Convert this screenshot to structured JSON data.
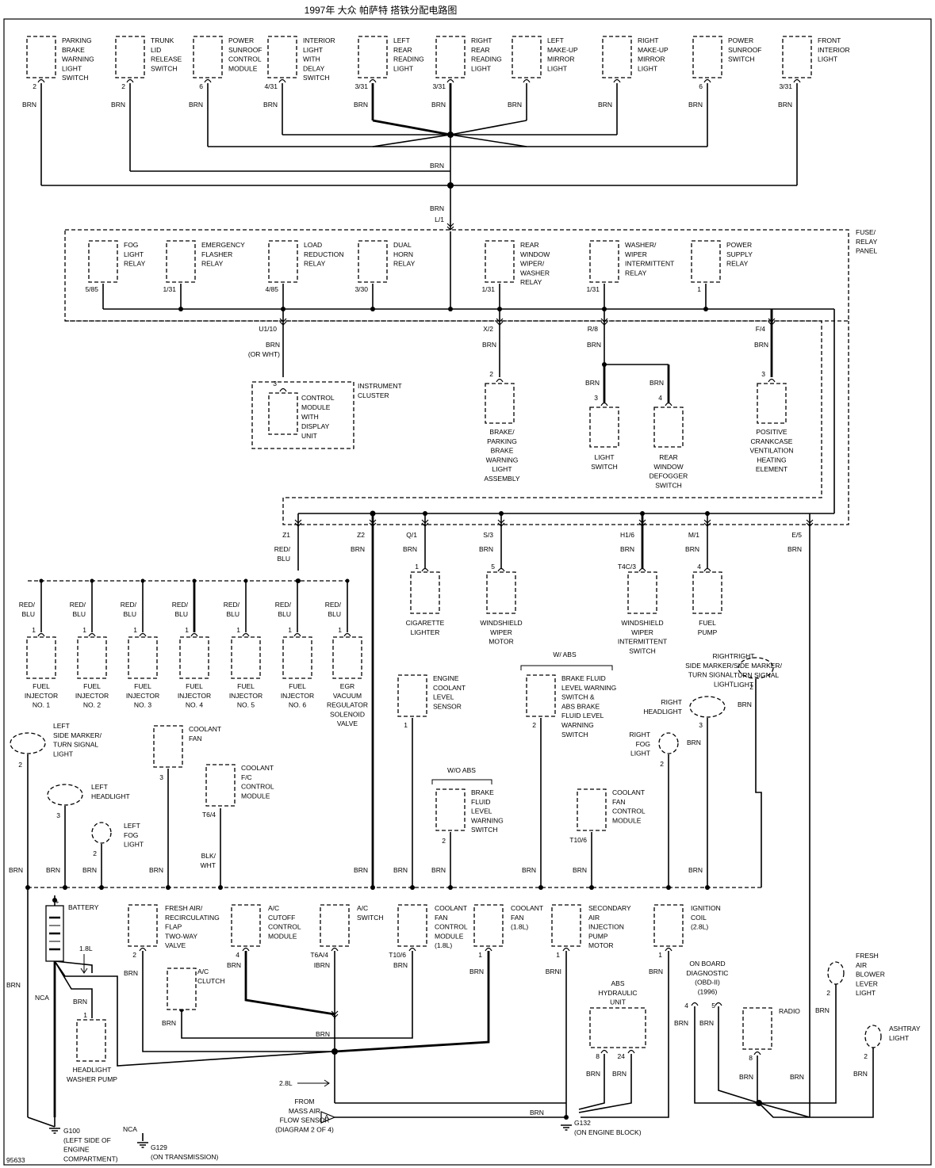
{
  "title": "1997年 大众 帕萨特 搭铁分配电路图",
  "figure_number": "95633",
  "wire_color": "BRN",
  "top_components": [
    {
      "label": [
        "PARKING",
        "BRAKE",
        "WARNING",
        "LIGHT",
        "SWITCH"
      ],
      "pin": "2",
      "wire": "BRN"
    },
    {
      "label": [
        "TRUNK",
        "LID",
        "RELEASE",
        "SWITCH"
      ],
      "pin": "2",
      "wire": "BRN"
    },
    {
      "label": [
        "POWER",
        "SUNROOF",
        "CONTROL",
        "MODULE"
      ],
      "pin": "6",
      "wire": "BRN"
    },
    {
      "label": [
        "INTERIOR",
        "LIGHT",
        "WITH",
        "DELAY",
        "SWITCH"
      ],
      "pin": "4/31",
      "wire": "BRN"
    },
    {
      "label": [
        "LEFT",
        "REAR",
        "READING",
        "LIGHT"
      ],
      "pin": "3/31",
      "wire": "BRN"
    },
    {
      "label": [
        "RIGHT",
        "REAR",
        "READING",
        "LIGHT"
      ],
      "pin": "3/31",
      "wire": "BRN"
    },
    {
      "label": [
        "LEFT",
        "MAKE-UP",
        "MIRROR",
        "LIGHT"
      ],
      "pin": "",
      "wire": "BRN"
    },
    {
      "label": [
        "RIGHT",
        "MAKE-UP",
        "MIRROR",
        "LIGHT"
      ],
      "pin": "",
      "wire": "BRN"
    },
    {
      "label": [
        "POWER",
        "SUNROOF",
        "SWITCH"
      ],
      "pin": "6",
      "wire": "BRN"
    },
    {
      "label": [
        "FRONT",
        "INTERIOR",
        "LIGHT"
      ],
      "pin": "3/31",
      "wire": "BRN"
    }
  ],
  "mid_wire": {
    "upper": "BRN",
    "lower": "BRN",
    "connector": "L/1"
  },
  "fuse_panel_label": [
    "FUSE/",
    "RELAY",
    "PANEL"
  ],
  "relays": [
    {
      "label": [
        "FOG",
        "LIGHT",
        "RELAY"
      ],
      "pin": "5/85"
    },
    {
      "label": [
        "EMERGENCY",
        "FLASHER",
        "RELAY"
      ],
      "pin": "1/31"
    },
    {
      "label": [
        "LOAD",
        "REDUCTION",
        "RELAY"
      ],
      "pin": "4/85"
    },
    {
      "label": [
        "DUAL",
        "HORN",
        "RELAY"
      ],
      "pin": "3/30"
    },
    {
      "label": [
        "REAR",
        "WINDOW",
        "WIPER/",
        "WASHER",
        "RELAY"
      ],
      "pin": "1/31"
    },
    {
      "label": [
        "WASHER/",
        "WIPER",
        "INTERMITTENT",
        "RELAY"
      ],
      "pin": "1/31"
    },
    {
      "label": [
        "POWER",
        "SUPPLY",
        "RELAY"
      ],
      "pin": "1"
    }
  ],
  "panel_outputs": [
    {
      "connector": "U1/10",
      "wire": [
        "BRN",
        "(OR WHT)"
      ]
    },
    {
      "connector": "X/2",
      "wire": [
        "BRN"
      ]
    },
    {
      "connector": "R/8",
      "wire": [
        "BRN"
      ]
    },
    {
      "connector": "F/4",
      "wire": [
        "BRN"
      ]
    }
  ],
  "level2_components": [
    {
      "label": [
        "CONTROL",
        "MODULE",
        "WITH",
        "DISPLAY",
        "UNIT"
      ],
      "pin": "3"
    },
    {
      "label": [
        "BRAKE/",
        "PARKING",
        "BRAKE",
        "WARNING",
        "LIGHT",
        "ASSEMBLY"
      ],
      "pin": "2"
    },
    {
      "label": [
        "LIGHT",
        "SWITCH"
      ],
      "pin": "3",
      "wire": "BRN"
    },
    {
      "label": [
        "REAR",
        "WINDOW",
        "DEFOGGER",
        "SWITCH"
      ],
      "pin": "4",
      "wire": "BRN"
    },
    {
      "label": [
        "POSITIVE",
        "CRANKCASE",
        "VENTILATION",
        "HEATING",
        "ELEMENT"
      ],
      "pin": "3"
    }
  ],
  "instrument_cluster_label": [
    "INSTRUMENT",
    "CLUSTER"
  ],
  "lower_panel_outputs": [
    {
      "connector": "Z1",
      "wire": [
        "RED/",
        "BLU"
      ]
    },
    {
      "connector": "Z2",
      "wire": [
        "BRN"
      ]
    },
    {
      "connector": "Q/1",
      "wire": [
        "BRN"
      ]
    },
    {
      "connector": "S/3",
      "wire": [
        "BRN"
      ]
    },
    {
      "connector": "H1/6",
      "wire": [
        "BRN"
      ]
    },
    {
      "connector": "M/1",
      "wire": [
        "BRN"
      ]
    },
    {
      "connector": "E/5",
      "wire": [
        "BRN"
      ]
    }
  ],
  "injectors": [
    {
      "label": [
        "FUEL",
        "INJECTOR",
        "NO. 1"
      ],
      "pin": "1",
      "wire": [
        "RED/",
        "BLU"
      ]
    },
    {
      "label": [
        "FUEL",
        "INJECTOR",
        "NO. 2"
      ],
      "pin": "1",
      "wire": [
        "RED/",
        "BLU"
      ]
    },
    {
      "label": [
        "FUEL",
        "INJECTOR",
        "NO. 3"
      ],
      "pin": "1",
      "wire": [
        "RED/",
        "BLU"
      ]
    },
    {
      "label": [
        "FUEL",
        "INJECTOR",
        "NO. 4"
      ],
      "pin": "1",
      "wire": [
        "RED/",
        "BLU"
      ]
    },
    {
      "label": [
        "FUEL",
        "INJECTOR",
        "NO. 5"
      ],
      "pin": "1",
      "wire": [
        "RED/",
        "BLU"
      ]
    },
    {
      "label": [
        "FUEL",
        "INJECTOR",
        "NO. 6"
      ],
      "pin": "1",
      "wire": [
        "RED/",
        "BLU"
      ]
    },
    {
      "label": [
        "EGR",
        "VACUUM",
        "REGULATOR",
        "SOLENOID",
        "VALVE"
      ],
      "pin": "1",
      "wire": [
        "RED/",
        "BLU"
      ]
    }
  ],
  "level3_components": [
    {
      "label": [
        "CIGARETTE",
        "LIGHTER"
      ],
      "pin": "1"
    },
    {
      "label": [
        "WINDSHIELD",
        "WIPER",
        "MOTOR"
      ],
      "pin": "5"
    },
    {
      "label": [
        "WINDSHIELD",
        "WIPER",
        "INTERMITTENT",
        "SWITCH"
      ],
      "pin": "T4C/3"
    },
    {
      "label": [
        "FUEL",
        "PUMP"
      ],
      "pin": "4"
    }
  ],
  "mid_components": [
    {
      "label": [
        "LEFT",
        "SIDE MARKER/",
        "TURN SIGNAL",
        "LIGHT"
      ],
      "pin": "2"
    },
    {
      "label": [
        "LEFT",
        "HEADLIGHT"
      ],
      "pin": "3"
    },
    {
      "label": [
        "LEFT",
        "FOG",
        "LIGHT"
      ],
      "pin": "2"
    },
    {
      "label": [
        "COOLANT",
        "FAN"
      ],
      "pin": "3"
    },
    {
      "label": [
        "COOLANT",
        "F/C",
        "CONTROL",
        "MODULE"
      ],
      "pin": "T6/4",
      "wire": [
        "BLK/",
        "WHT"
      ]
    },
    {
      "label": [
        "ENGINE",
        "COOLANT",
        "LEVEL",
        "SENSOR"
      ],
      "pin": "1"
    },
    {
      "label": [
        "BRAKE",
        "FLUID",
        "LEVEL",
        "WARNING",
        "SWITCH"
      ],
      "pin": "2",
      "note": "W/O ABS"
    },
    {
      "label": [
        "BRAKE FLUID",
        "LEVEL WARNING",
        "SWITCH &",
        "ABS BRAKE",
        "FLUID LEVEL",
        "WARNING",
        "SWITCH"
      ],
      "pin": "2",
      "note": "W/ ABS"
    },
    {
      "label": [
        "COOLANT",
        "FAN",
        "CONTROL",
        "MODULE"
      ],
      "pin": "T10/6"
    },
    {
      "label": [
        "RIGHT",
        "FOG",
        "LIGHT"
      ],
      "pin": "2"
    },
    {
      "label": [
        "RIGHT",
        "HEADLIGHT"
      ],
      "pin": "3"
    },
    {
      "label": [
        "RIGHT",
        "SIDE MARKER/",
        "TURN SIGNAL",
        "LIGHT"
      ],
      "pin": "2"
    }
  ],
  "bottom_components": [
    {
      "label": [
        "FRESH AIR/",
        "RECIRCULATING",
        "FLAP",
        "TWO-WAY",
        "VALVE"
      ],
      "pin": "2"
    },
    {
      "label": [
        "A/C",
        "CUTOFF",
        "CONTROL",
        "MODULE"
      ],
      "pin": "4"
    },
    {
      "label": [
        "A/C",
        "SWITCH"
      ],
      "pin": "T6A/4"
    },
    {
      "label": [
        "COOLANT",
        "FAN",
        "CONTROL",
        "MODULE",
        "(1.8L)"
      ],
      "pin": "T10/6"
    },
    {
      "label": [
        "COOLANT",
        "FAN",
        "(1.8L)"
      ],
      "pin": "1"
    },
    {
      "label": [
        "SECONDARY",
        "AIR",
        "INJECTION",
        "PUMP",
        "MOTOR"
      ],
      "pin": "1"
    },
    {
      "label": [
        "IGNITION",
        "COIL",
        "(2.8L)"
      ],
      "pin": "1"
    },
    {
      "label": [
        "A/C",
        "CLUTCH"
      ],
      "pin": ""
    },
    {
      "label": [
        "HEADLIGHT",
        "WASHER PUMP"
      ],
      "pin": "1"
    },
    {
      "label": [
        "ABS",
        "HYDRAULIC",
        "UNIT"
      ],
      "pins": [
        "8",
        "24"
      ]
    },
    {
      "label": [
        "ON BOARD",
        "DIAGNOSTIC",
        "(OBD-II)",
        "(1996)"
      ],
      "pins": [
        "4",
        "5"
      ]
    },
    {
      "label": [
        "RADIO"
      ],
      "pin": "8"
    },
    {
      "label": [
        "FRESH",
        "AIR",
        "BLOWER",
        "LEVER",
        "LIGHT"
      ],
      "pin": "2"
    },
    {
      "label": [
        "ASHTRAY",
        "LIGHT"
      ],
      "pin": "2"
    }
  ],
  "battery_label": "BATTERY",
  "engine_notes": {
    "l18": "1.8L",
    "l28": "2.8L",
    "nca": "NCA",
    "wire_nca": "NCA",
    "wire_brni": "BRNI",
    "wire_ibrn": "IBRN"
  },
  "mass_air": [
    "FROM",
    "MASS AIR",
    "FLOW SENSOR",
    "(DIAGRAM 2 OF 4)"
  ],
  "mass_air_symbol": "A",
  "grounds": [
    {
      "id": "G100",
      "label": [
        "G100",
        "(LEFT SIDE OF",
        "ENGINE",
        "COMPARTMENT)"
      ]
    },
    {
      "id": "G129",
      "label": [
        "G129",
        "(ON TRANSMISSION)"
      ]
    },
    {
      "id": "G132",
      "label": [
        "G132",
        "(ON ENGINE BLOCK)"
      ]
    }
  ]
}
